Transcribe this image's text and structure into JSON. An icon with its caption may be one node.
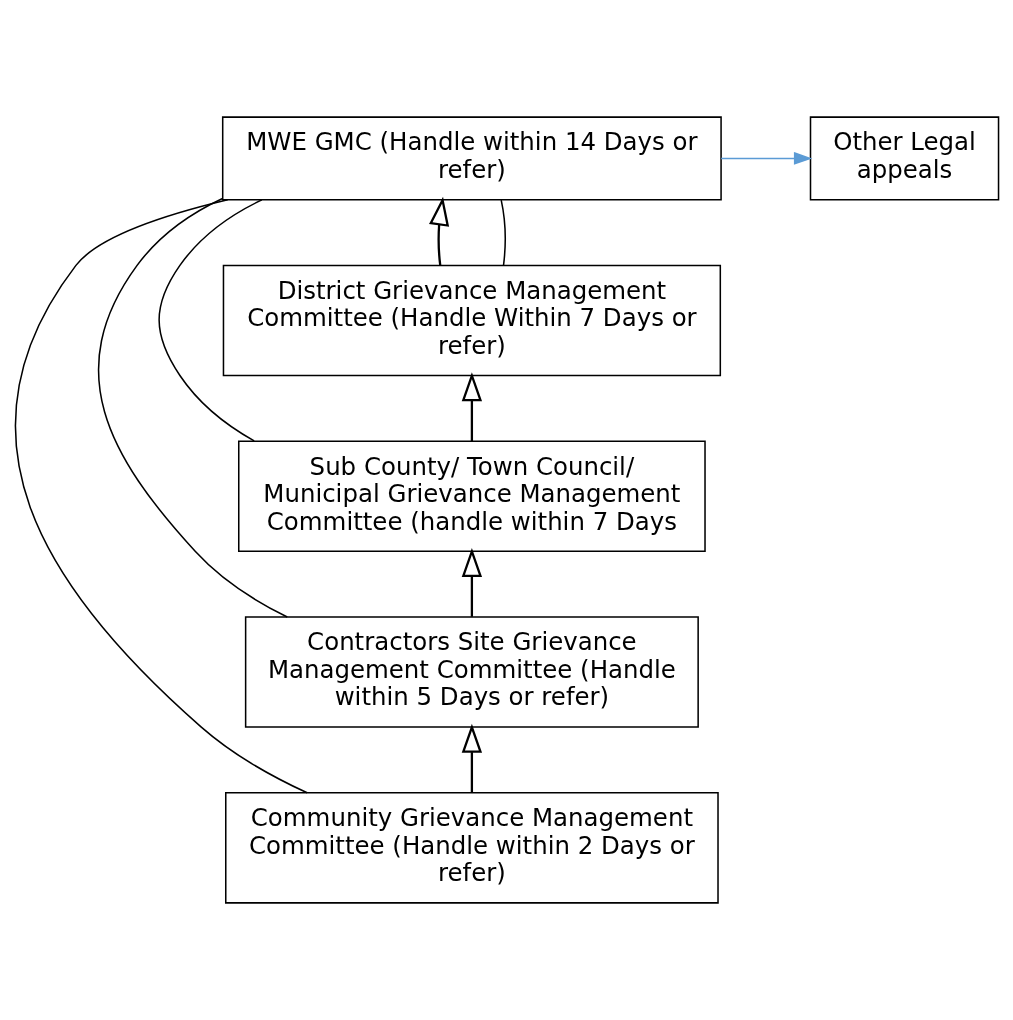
{
  "diagram": {
    "nodes": [
      {
        "text": [
          "MWE GMC (Handle within 14 Days or refer)"
        ]
      },
      {
        "text": [
          "Other Legal appeals"
        ]
      },
      {
        "text": [
          "District Grievance Management Committee (Handle Within 7 Days or refer)"
        ]
      },
      {
        "text": [
          "Sub County/ Town Council/ Municipal Grievance Management Committee (handle within 7 Days"
        ]
      },
      {
        "text": [
          "Contractors Site Grievance Management Committee (Handle within 5 Days or refer)"
        ]
      },
      {
        "text": [
          "Community Grievance Management Committee (Handle within 2 Days or refer)"
        ]
      }
    ],
    "edges": [
      {
        "from": 0,
        "to": 1,
        "arrow": "to",
        "color": "#5b9bd5"
      },
      {
        "from": 2,
        "to": 0,
        "arrow": "to"
      },
      {
        "from": 3,
        "to": 2,
        "arrow": "to"
      },
      {
        "from": 4,
        "to": 3,
        "arrow": "to"
      },
      {
        "from": 5,
        "to": 4,
        "arrow": "to"
      },
      {
        "from": 2,
        "to": 0,
        "arrow": "none"
      },
      {
        "from": 3,
        "to": 0,
        "arrow": "none"
      },
      {
        "from": 4,
        "to": 0,
        "arrow": "none"
      },
      {
        "from": 5,
        "to": 0,
        "arrow": "none"
      }
    ]
  }
}
